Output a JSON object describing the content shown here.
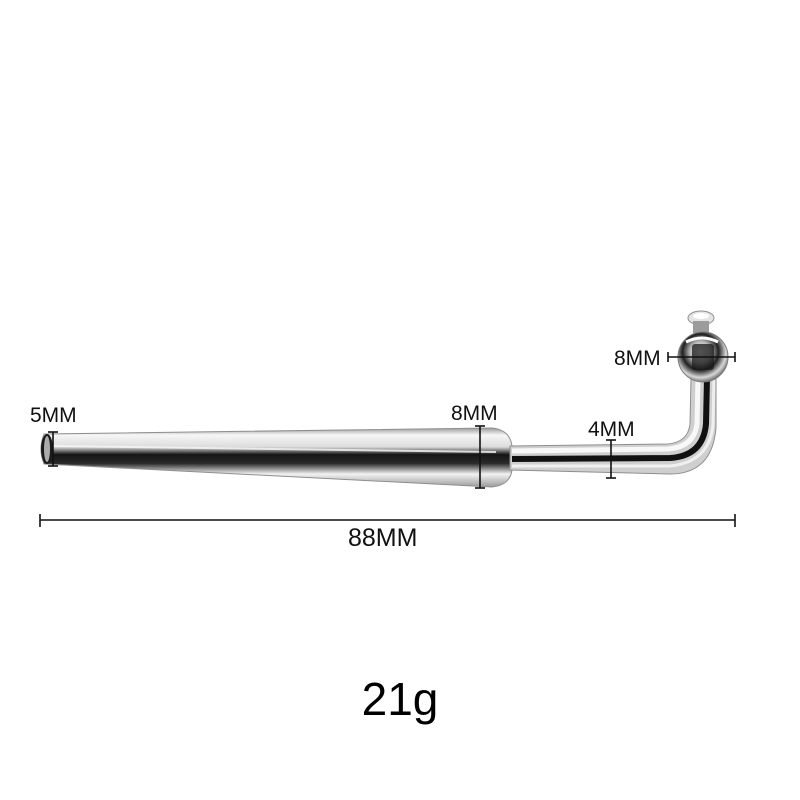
{
  "dimensions": {
    "tip_diameter": "5MM",
    "shaft_diameter": "8MM",
    "neck_diameter": "4MM",
    "ball_diameter": "8MM",
    "total_length": "88MM"
  },
  "weight": "21g",
  "colors": {
    "background": "#ffffff",
    "metal_dark": "#0b0b0b",
    "metal_mid": "#8a8a8a",
    "metal_light": "#f4f4f4",
    "dimension_line": "#111111"
  }
}
